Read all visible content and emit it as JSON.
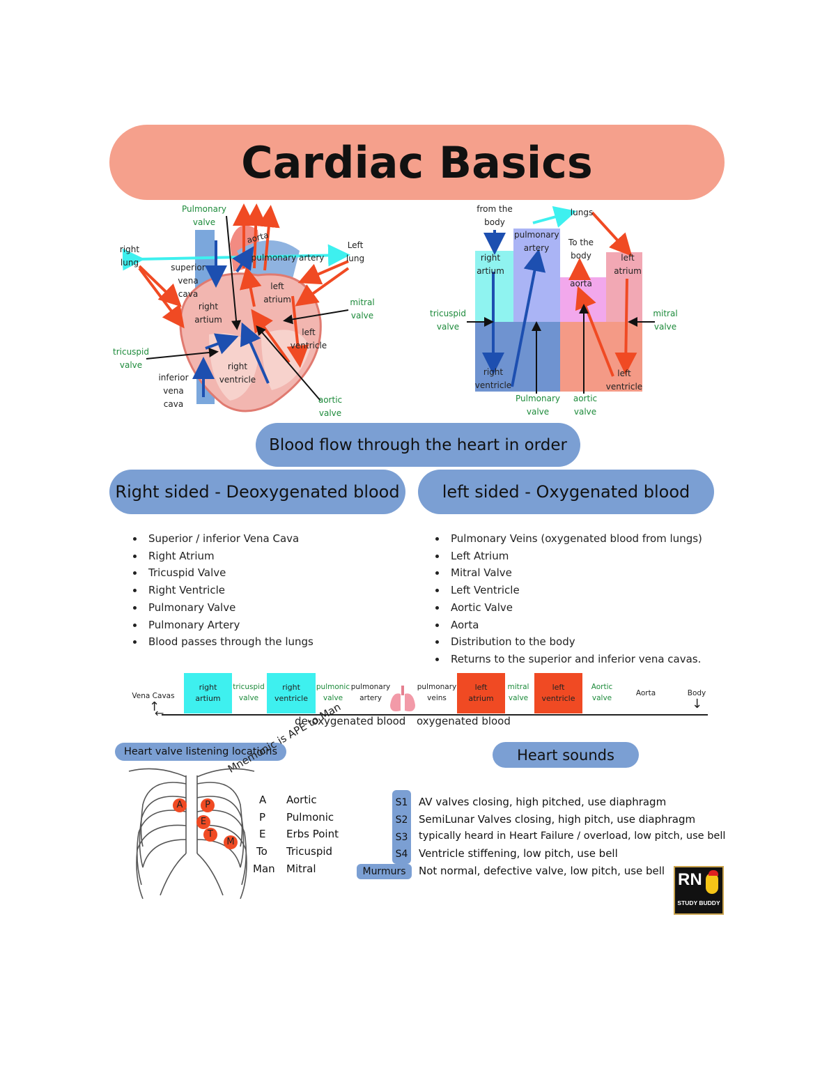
{
  "title": "Cardiac Basics",
  "diagram_left": {
    "labels": {
      "pulmonary_valve": "Pulmonary valve",
      "aorta": "aorta",
      "right_lung": "right lung",
      "left_lung": "Left lung",
      "pulmonary_artery": "pulmonary artery",
      "superior_vena_cava": "superior vena cava",
      "left_atrium": "left atrium",
      "mitral_valve": "mitral valve",
      "right_atrium": "right artium",
      "left_ventricle": "left ventricle",
      "tricuspid_valve": "tricuspid valve",
      "right_ventricle": "right ventricle",
      "inferior_vena_cava": "inferior vena cava",
      "aortic_valve": "aortic valve"
    }
  },
  "diagram_right": {
    "labels": {
      "from_body": "from the body",
      "lungs": "lungs",
      "pulmonary_artery": "pulmonary artery",
      "to_body": "To the body",
      "right_atrium": "right artium",
      "left_atrium": "left atrium",
      "aorta": "aorta",
      "tricuspid_valve": "tricuspid valve",
      "mitral_valve": "mitral valve",
      "right_ventricle": "right ventricle",
      "left_ventricle": "left ventricle",
      "pulmonary_valve": "Pulmonary valve",
      "aortic_valve": "aortic valve"
    }
  },
  "blood_flow_heading": "Blood flow through the heart in order",
  "right_side": {
    "heading": "Right sided - Deoxygenated blood",
    "items": [
      "Superior / inferior Vena Cava",
      "Right Atrium",
      "Tricuspid Valve",
      "Right Ventricle",
      "Pulmonary Valve",
      "Pulmonary Artery",
      "Blood passes through the lungs"
    ]
  },
  "left_side": {
    "heading": "left sided - Oxygenated blood",
    "items": [
      "Pulmonary Veins (oxygenated blood from lungs)",
      "Left Atrium",
      "Mitral Valve",
      "Left Ventricle",
      "Aortic Valve",
      "Aorta",
      "Distribution to the body",
      "Returns to the superior and inferior vena cavas."
    ]
  },
  "flow_strip": {
    "vena_cavas": "Vena Cavas",
    "right_atrium": "right artium",
    "tricuspid_valve": "tricuspid valve",
    "right_ventricle": "right ventricle",
    "pulmonic_valve": "pulmonic valve",
    "pulmonary_artery": "pulmonary artery",
    "pulmonary_veins": "pulmonary veins",
    "left_atrium": "left atrium",
    "mitral_valve": "mitral valve",
    "left_ventricle": "left ventricle",
    "aortic_valve": "Aortic valve",
    "aorta": "Aorta",
    "body": "Body",
    "deoxygenated": "de-oxygenated blood",
    "oxygenated": "oxygenated blood"
  },
  "listening": {
    "heading": "Heart valve listening locations",
    "mnemonic": "Mnemonic is APE to Man",
    "markers": [
      "A",
      "P",
      "E",
      "T",
      "M"
    ],
    "rows": [
      {
        "letter": "A",
        "word": "Aortic"
      },
      {
        "letter": "P",
        "word": "Pulmonic"
      },
      {
        "letter": "E",
        "word": "Erbs Point"
      },
      {
        "letter": "To",
        "word": "Tricuspid"
      },
      {
        "letter": "Man",
        "word": "Mitral"
      }
    ]
  },
  "heart_sounds": {
    "heading": "Heart sounds",
    "rows": [
      {
        "code": "S1",
        "text": "AV valves closing, high pitched, use diaphragm"
      },
      {
        "code": "S2",
        "text": "SemiLunar Valves closing, high pitch, use diaphragm"
      },
      {
        "code": "S3",
        "text": "typically heard in Heart Failure / overload, low pitch, use bell"
      },
      {
        "code": "S4",
        "text": "Ventricle stiffening, low pitch, use bell"
      },
      {
        "code": "Murmurs",
        "text": "Not normal, defective valve, low pitch, use bell"
      }
    ]
  },
  "logo": {
    "line1": "RN",
    "line2": "STUDY BUDDY"
  },
  "colors": {
    "title_bg": "#f5a08c",
    "pill_bg": "#7b9fd3",
    "cyan": "#3ef0ef",
    "red": "#f04a23",
    "label_green": "#1c8a3a"
  }
}
